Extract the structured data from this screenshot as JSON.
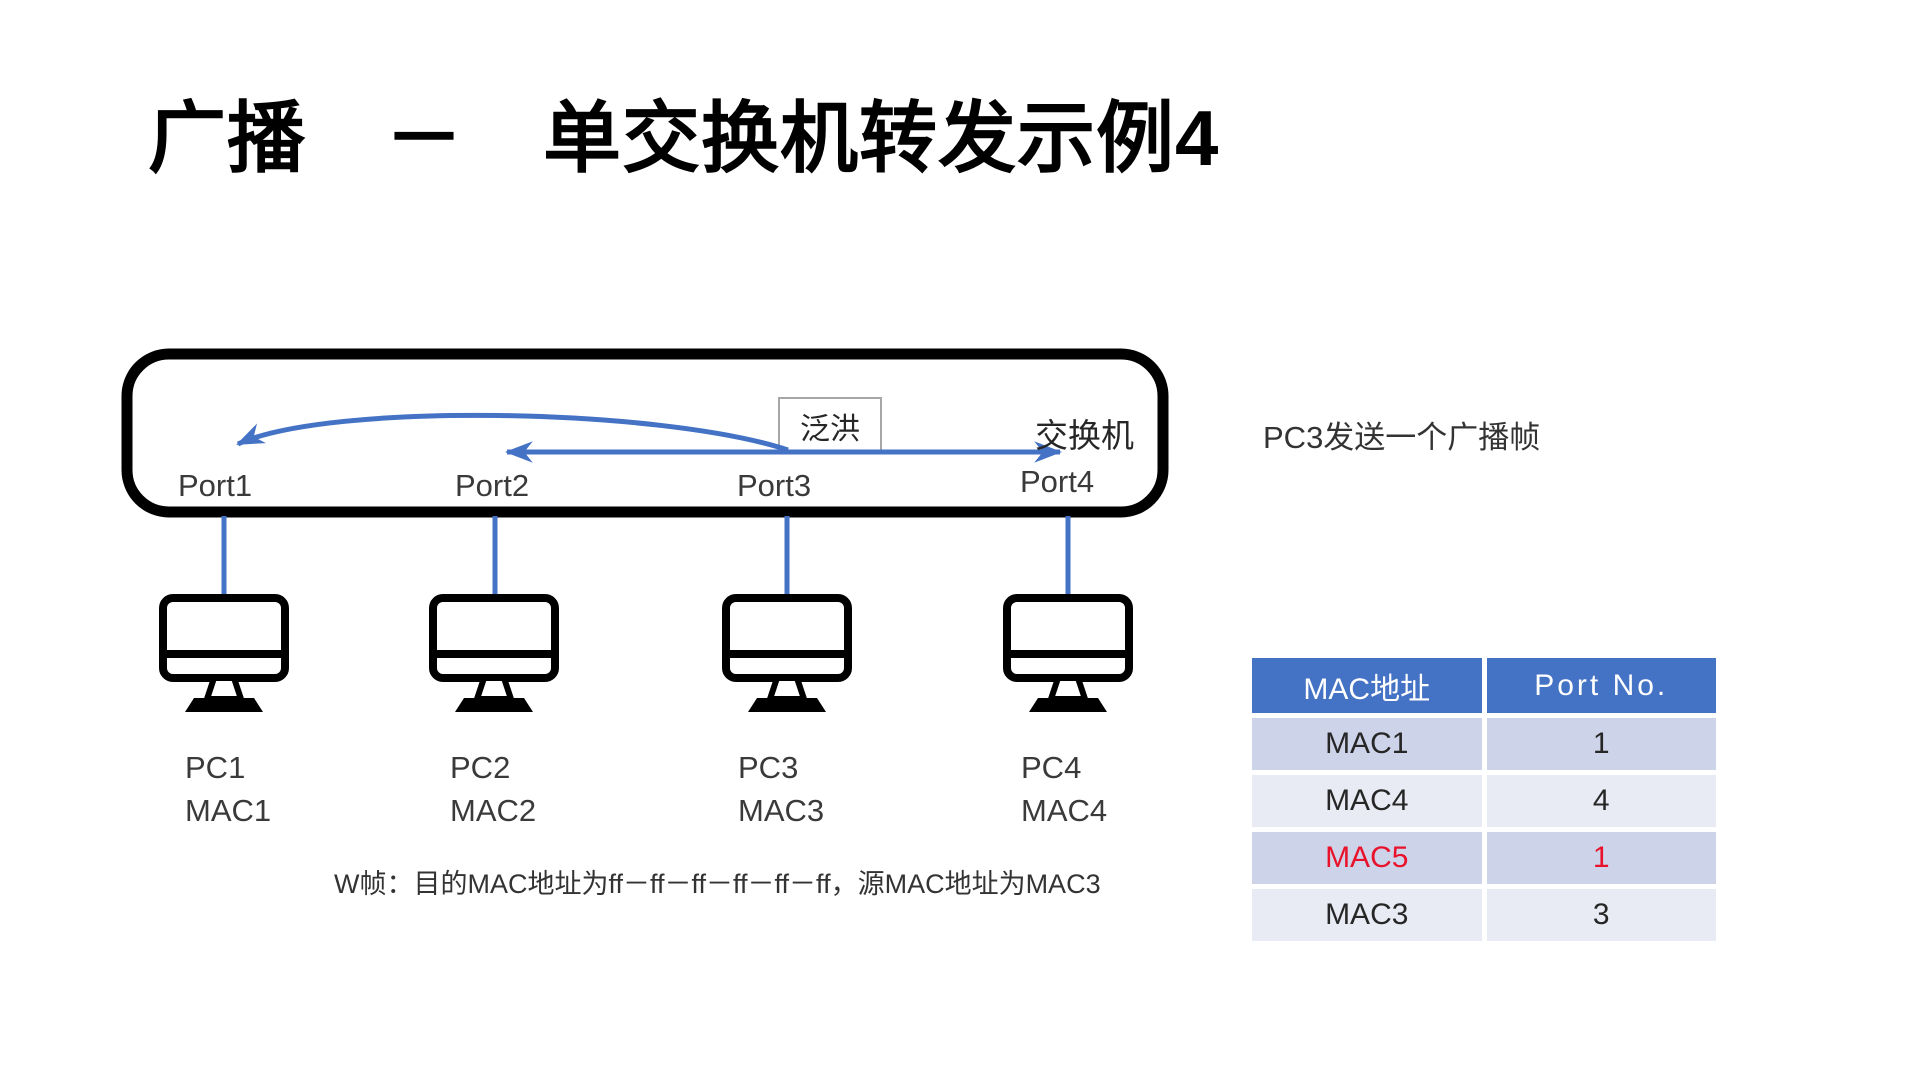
{
  "slide": {
    "title": "广播　－　单交换机转发示例4",
    "annotation_right": "PC3发送一个广播帧",
    "frame_note": "W帧：目的MAC地址为ff－ff－ff－ff－ff－ff，源MAC地址为MAC3"
  },
  "diagram": {
    "switch_label": "交换机",
    "flood_label": "泛洪",
    "ports": [
      {
        "label": "Port1"
      },
      {
        "label": "Port2"
      },
      {
        "label": "Port3"
      },
      {
        "label": "Port4"
      }
    ],
    "pcs": [
      {
        "name": "PC1",
        "mac": "MAC1"
      },
      {
        "name": "PC2",
        "mac": "MAC2"
      },
      {
        "name": "PC3",
        "mac": "MAC3"
      },
      {
        "name": "PC4",
        "mac": "MAC4"
      }
    ]
  },
  "table": {
    "headers": [
      "MAC地址",
      "Port No."
    ],
    "rows": [
      {
        "mac": "MAC1",
        "port": "1",
        "highlight": false
      },
      {
        "mac": "MAC4",
        "port": "4",
        "highlight": false
      },
      {
        "mac": "MAC5",
        "port": "1",
        "highlight": true
      },
      {
        "mac": "MAC3",
        "port": "3",
        "highlight": false
      }
    ]
  },
  "colors": {
    "accent": "#4472C4",
    "arrow-blue": "#4472C4",
    "band-dark": "#CDD3E8",
    "band-light": "#E9EBF4",
    "highlight": "#E8132B",
    "switch-border": "#000000",
    "flood-box-border": "#A6A6A6"
  }
}
